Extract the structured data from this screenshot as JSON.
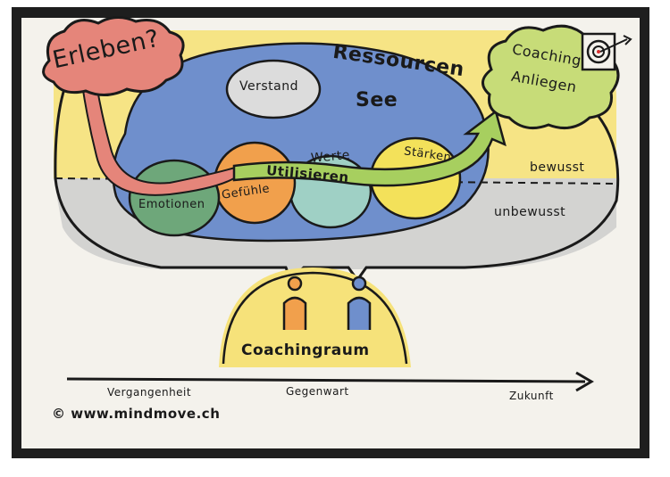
{
  "diagram": {
    "erleben": "Erleben?",
    "coaching_anliegen_line1": "Coaching",
    "coaching_anliegen_line2": "Anliegen",
    "ressourcen_line1": "Ressourcen",
    "ressourcen_line2": "See",
    "verstand": "Verstand",
    "werte": "Werte",
    "staerken": "Stärken",
    "utilisieren": "Utilisieren",
    "emotionen": "Emotionen",
    "gefuehle": "Gefühle",
    "bewusst": "bewusst",
    "unbewusst": "unbewusst",
    "coachingraum": "Coachingraum",
    "timeline": {
      "past": "Vergangenheit",
      "present": "Gegenwart",
      "future": "Zukunft"
    },
    "copyright": "© www.mindmove.ch"
  },
  "colors": {
    "frame": "#1e1e1e",
    "paper": "#f4f2ec",
    "yellow": "#f6e27a",
    "blue_lake": "#6f8fcc",
    "red_cloud": "#e5857a",
    "green_cloud": "#c7dc78",
    "green_arrow": "#a7cf5f",
    "orange": "#f1a04c",
    "teal": "#9fd0c5",
    "green_ellipse": "#6ea77a",
    "grey_zone": "#cfd0cf"
  }
}
